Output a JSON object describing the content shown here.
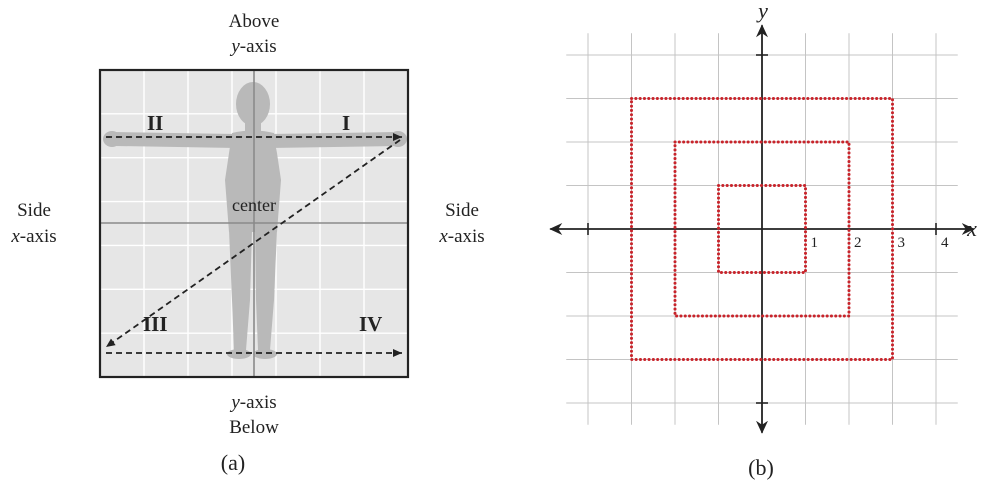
{
  "panel_a": {
    "top_label_1": "Above",
    "top_label_2_italic": "y",
    "top_label_2_rest": "-axis",
    "left_label_1": "Side",
    "left_label_2_italic": "x",
    "left_label_2_rest": "-axis",
    "right_label_1": "Side",
    "right_label_2_italic": "x",
    "right_label_2_rest": "-axis",
    "bottom_label_1_italic": "y",
    "bottom_label_1_rest": "-axis",
    "bottom_label_2": "Below",
    "quadrants": [
      "I",
      "II",
      "III",
      "IV"
    ],
    "center_label": "center",
    "caption": "(a)",
    "colors": {
      "box_fill": "#e6e6e6",
      "grid": "#ffffff",
      "figure": "#b9b9b9",
      "border": "#222222"
    }
  },
  "panel_b": {
    "x_axis_label": "x",
    "y_axis_label": "y",
    "tick_labels": [
      "1",
      "2",
      "3",
      "4"
    ],
    "caption": "(b)",
    "squares_half_size": [
      1,
      2,
      3
    ],
    "x_range": [
      -4.5,
      4.5
    ],
    "y_range": [
      -4.5,
      4.5
    ],
    "grid_range": [
      -4,
      4
    ],
    "colors": {
      "squares": "#c8242b",
      "grid": "#c4c4c4",
      "axis": "#222222"
    }
  }
}
